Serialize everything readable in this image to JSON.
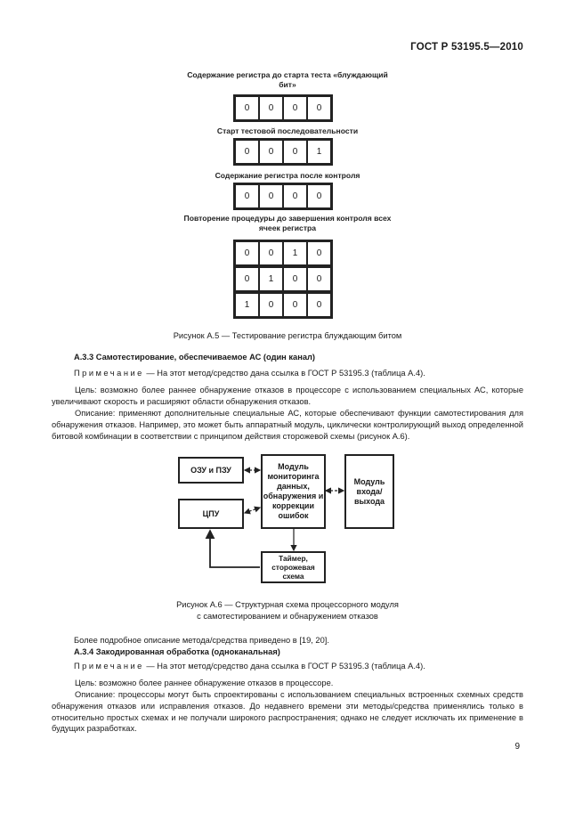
{
  "header": {
    "standard": "ГОСТ Р 53195.5—2010"
  },
  "register_figure": {
    "caption1": "Содержание регистра до старта теста «блуждающий бит»",
    "row1": [
      "0",
      "0",
      "0",
      "0"
    ],
    "caption2": "Старт тестовой последовательности",
    "row2": [
      "0",
      "0",
      "0",
      "1"
    ],
    "caption3": "Содержание регистра после контроля",
    "row3": [
      "0",
      "0",
      "0",
      "0"
    ],
    "caption4": "Повторение процедуры до завершения контроля всех ячеек регистра",
    "grid": [
      [
        "0",
        "0",
        "1",
        "0"
      ],
      [
        "0",
        "1",
        "0",
        "0"
      ],
      [
        "1",
        "0",
        "0",
        "0"
      ]
    ],
    "title": "Рисунок А.5  — Тестирование регистра блуждающим битом"
  },
  "section_a33": {
    "heading": "А.3.3 Самотестирование, обеспечиваемое АС (один канал)",
    "note_label": "Примечание",
    "note_text": " — На этот метод/средство дана ссылка в ГОСТ Р 53195.3 (таблица А.4).",
    "goal": "Цель: возможно более раннее обнаружение отказов в процессоре с использованием специальных АС, которые увеличивают скорость и расширяют области обнаружения отказов.",
    "description": "Описание: применяют дополнительные специальные АС, которые обеспечивают функции самотестирования для обнаружения отказов. Например, это может быть аппаратный модуль, циклически контролирующий выход определенной битовой комбинации в соответствии с принципом действия сторожевой схемы (рисунок А.6)."
  },
  "block_diagram": {
    "ozu": "ОЗУ и ПЗУ",
    "cpu": "ЦПУ",
    "monitor": "Модуль мониторинга данных, обнаружения и коррекции ошибок",
    "io": "Модуль входа/ выхода",
    "timer": "Таймер, сторожевая схема",
    "title_line1": "Рисунок А.6 — Структурная схема процессорного модуля",
    "title_line2": "с самотестированием и обнаружением отказов"
  },
  "more_info": "Более подробное описание метода/средства приведено в [19, 20].",
  "section_a34": {
    "heading": "А.3.4 Закодированная обработка (одноканальная)",
    "note_label": "Примечание",
    "note_text": " — На этот метод/средство дана ссылка в ГОСТ Р 53195.3 (таблица А.4).",
    "goal": "Цель: возможно более раннее обнаружение отказов в процессоре.",
    "description": "Описание: процессоры могут быть спроектированы с использованием специальных встроенных схемных средств обнаружения отказов или исправления отказов. До недавнего времени  эти методы/средства применялись только в относительно простых схемах и не получали широкого распространения; однако не следует исключать их применение в будущих разработках."
  },
  "page_number": "9"
}
